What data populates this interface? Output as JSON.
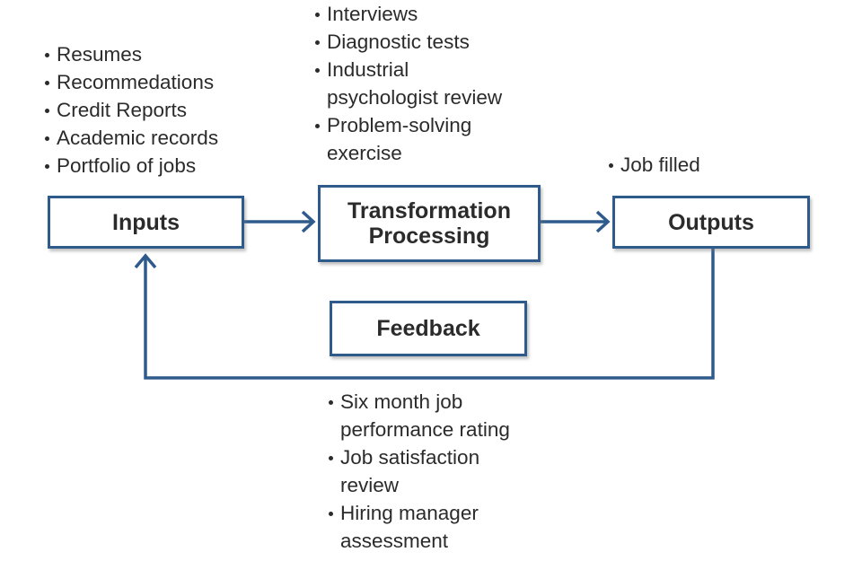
{
  "diagram": {
    "nodes": {
      "inputs": {
        "label_lines": [
          "Inputs"
        ]
      },
      "transformation": {
        "label_lines": [
          "Transformation",
          "Processing"
        ]
      },
      "outputs": {
        "label_lines": [
          "Outputs"
        ]
      },
      "feedback": {
        "label_lines": [
          "Feedback"
        ]
      }
    },
    "lists": {
      "inputs": [
        [
          "Resumes"
        ],
        [
          "Recommedations"
        ],
        [
          "Credit Reports"
        ],
        [
          "Academic records"
        ],
        [
          "Portfolio of jobs"
        ]
      ],
      "transformation": [
        [
          "Interviews"
        ],
        [
          "Diagnostic tests"
        ],
        [
          "Industrial",
          "psychologist review"
        ],
        [
          "Problem-solving",
          "exercise"
        ]
      ],
      "outputs": [
        [
          "Job filled"
        ]
      ],
      "feedback": [
        [
          "Six month job",
          "performance rating"
        ],
        [
          "Job satisfaction",
          "review"
        ],
        [
          "Hiring manager",
          "assessment"
        ]
      ]
    },
    "colors": {
      "box_border": "#2f5b8c",
      "arrow": "#2f5b8c",
      "text": "#2b2b2b"
    }
  }
}
